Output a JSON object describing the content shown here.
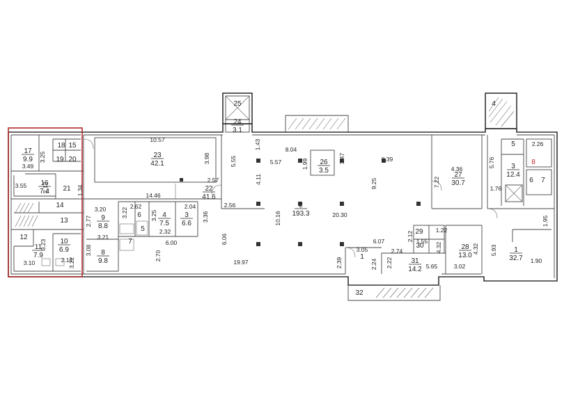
{
  "rooms": [
    {
      "id": "r17",
      "number": "17",
      "area": "9.9"
    },
    {
      "id": "r16",
      "number": "16",
      "area": "7.4"
    },
    {
      "id": "r21",
      "number": "21",
      "area": ""
    },
    {
      "id": "r14",
      "number": "14",
      "area": ""
    },
    {
      "id": "r13",
      "number": "13",
      "area": ""
    },
    {
      "id": "r12",
      "number": "12",
      "area": ""
    },
    {
      "id": "r11",
      "number": "11",
      "area": "7.9"
    },
    {
      "id": "r10",
      "number": "10",
      "area": "6.9"
    },
    {
      "id": "r23",
      "number": "23",
      "area": "42.1"
    },
    {
      "id": "r22",
      "number": "22",
      "area": "41.6"
    },
    {
      "id": "r9",
      "number": "9",
      "area": "8.8"
    },
    {
      "id": "r8",
      "number": "8",
      "area": "9.8"
    },
    {
      "id": "r6",
      "number": "6",
      "area": ""
    },
    {
      "id": "r5",
      "number": "5",
      "area": ""
    },
    {
      "id": "r4",
      "number": "4",
      "area": "7.5"
    },
    {
      "id": "r3b",
      "number": "3",
      "area": "6.6"
    },
    {
      "id": "r7b",
      "number": "7",
      "area": ""
    },
    {
      "id": "r25",
      "number": "25",
      "area": ""
    },
    {
      "id": "r24",
      "number": "24",
      "area": "3.1"
    },
    {
      "id": "r26",
      "number": "26",
      "area": "3.5"
    },
    {
      "id": "r2",
      "number": "2",
      "area": "193.3"
    },
    {
      "id": "r27",
      "number": "27",
      "area": "30.7"
    },
    {
      "id": "r28",
      "number": "28",
      "area": "13.0"
    },
    {
      "id": "r31",
      "number": "31",
      "area": "14.2"
    },
    {
      "id": "r1b",
      "number": "1",
      "area": ""
    },
    {
      "id": "r32",
      "number": "32",
      "area": ""
    },
    {
      "id": "r4a",
      "number": "4",
      "area": ""
    },
    {
      "id": "r5a",
      "number": "5",
      "area": ""
    },
    {
      "id": "r3a",
      "number": "3",
      "area": "12.4"
    },
    {
      "id": "r6a",
      "number": "6",
      "area": ""
    },
    {
      "id": "r7a",
      "number": "7",
      "area": ""
    },
    {
      "id": "r1a",
      "number": "1",
      "area": "32.7"
    },
    {
      "id": "r18",
      "number": "18",
      "area": ""
    },
    {
      "id": "r19",
      "number": "19",
      "area": ""
    },
    {
      "id": "r20",
      "number": "20",
      "area": ""
    },
    {
      "id": "r15",
      "number": "15",
      "area": ""
    },
    {
      "id": "r29",
      "number": "29",
      "area": ""
    },
    {
      "id": "r30",
      "number": "30",
      "area": ""
    },
    {
      "id": "r8a",
      "number": "8",
      "area": ""
    }
  ],
  "dimensions": [
    "10.57",
    "3.98",
    "5.55",
    "1.43",
    "8.04",
    "1.99",
    "3.47",
    "8.39",
    "7.22",
    "4.36",
    "5.76",
    "2.26",
    "1.76",
    "1.95",
    "5.93",
    "1.90",
    "3.02",
    "3.49",
    "3.55",
    "2.12",
    "1.34",
    "14.46",
    "2.57",
    "5.57",
    "4.11",
    "9.25",
    "10.16",
    "20.30",
    "3.20",
    "2.62",
    "3.25",
    "2.04",
    "2.56",
    "3.36",
    "3.22",
    "2.77",
    "2.32",
    "6.00",
    "6.06",
    "3.21",
    "3.08",
    "2.70",
    "19.97",
    "2.39",
    "3.05",
    "2.24",
    "2.22",
    "2.74",
    "6.07",
    "1.55",
    "2.12",
    "1.22",
    "4.32",
    "5.65",
    "4.32",
    "3.23",
    "3.22",
    "3.10",
    "2.14",
    "3.25"
  ]
}
